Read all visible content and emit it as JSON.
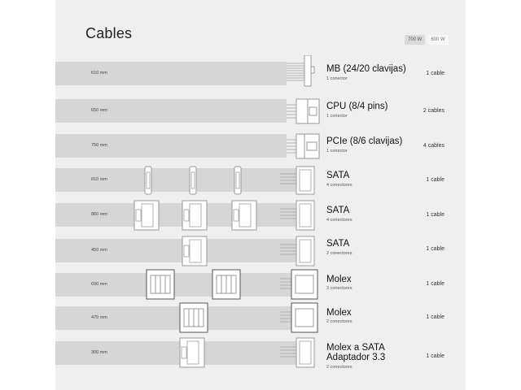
{
  "header": {
    "title": "Cables"
  },
  "wattage_toggle": {
    "active": "700 W",
    "inactive": "600 W"
  },
  "rows": [
    {
      "length": "610 mm",
      "name": "MB (24/20 clavijas)",
      "sub": "1 conector",
      "count": "1 cable"
    },
    {
      "length": "650 mm",
      "name": "CPU (8/4 pins)",
      "sub": "1 conector",
      "count": "2 cables"
    },
    {
      "length": "750 mm",
      "name": "PCIe (8/6 clavijas)",
      "sub": "1 conector",
      "count": "4 cables"
    },
    {
      "length": "810 mm",
      "name": "SATA",
      "sub": "4 conectores",
      "count": "1 cable"
    },
    {
      "length": "860 mm",
      "name": "SATA",
      "sub": "4 conectores",
      "count": "1 cable"
    },
    {
      "length": "450 mm",
      "name": "SATA",
      "sub": "2 conectores",
      "count": "1 cable"
    },
    {
      "length": "690 mm",
      "name": "Molex",
      "sub": "3 conectores",
      "count": "1 cable"
    },
    {
      "length": "470 mm",
      "name": "Molex",
      "sub": "2 conectores",
      "count": "1 cable"
    },
    {
      "length": "300 mm",
      "name": "Molex a SATA",
      "name2": "Adaptador 3.3",
      "sub": "2 conectores",
      "count": "1 cable"
    }
  ],
  "colors": {
    "cable": "#d6d6d6",
    "panel": "#efefef",
    "connector_stroke": "#9a9a9a"
  }
}
